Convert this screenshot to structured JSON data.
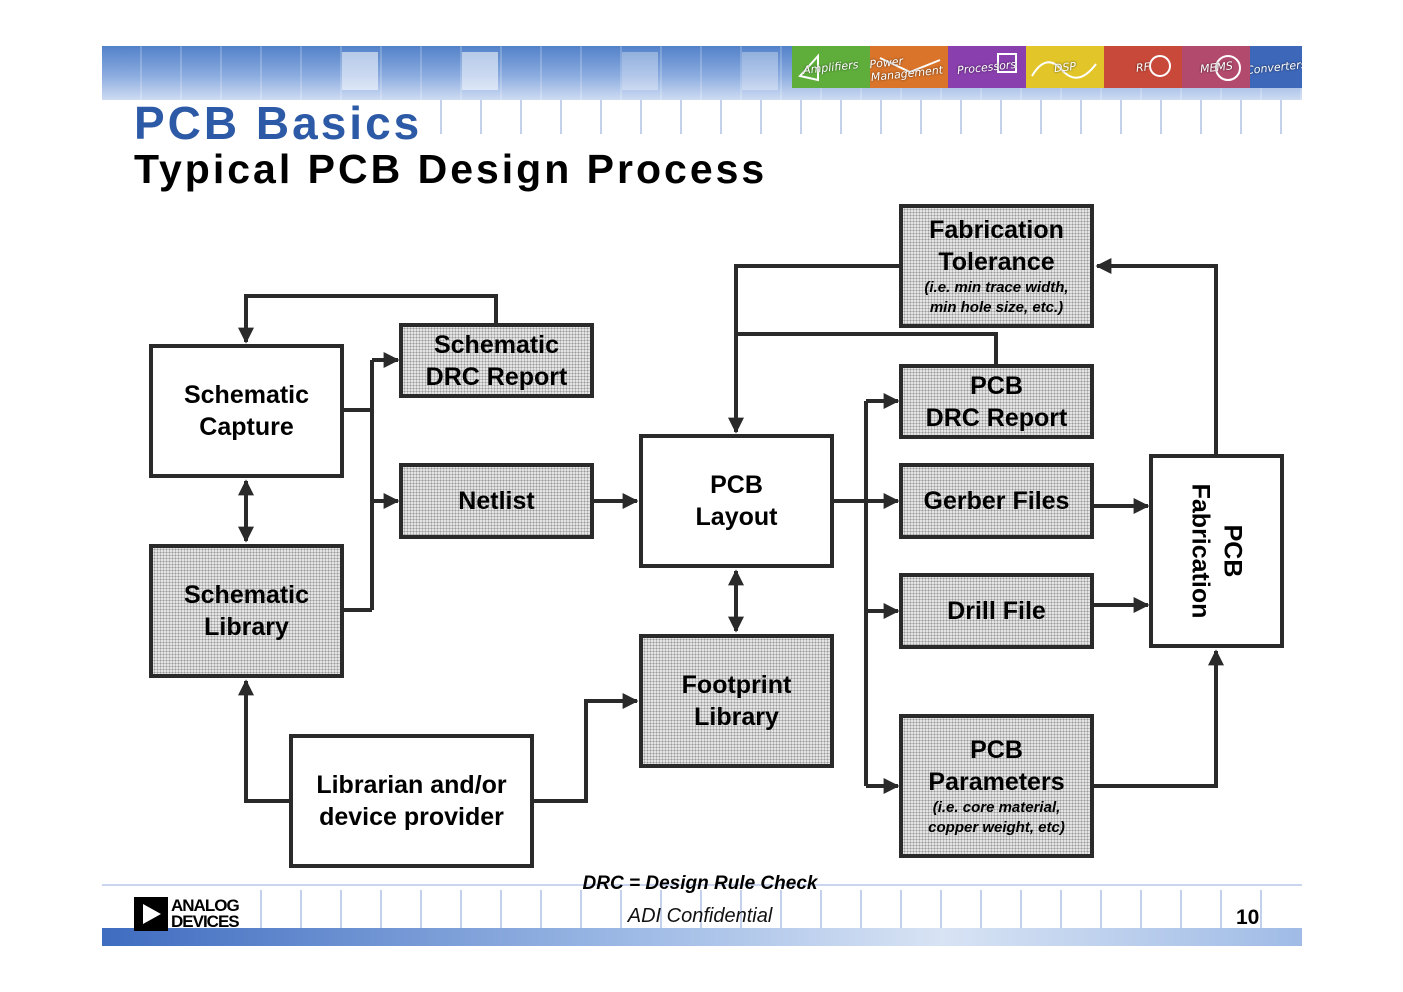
{
  "header": {
    "title": "PCB Basics",
    "subtitle": "Typical PCB Design Process",
    "banner_labels": [
      "Amplifiers",
      "Power Management",
      "Processors",
      "DSP",
      "RF",
      "MEMS",
      "Converters"
    ]
  },
  "boxes": {
    "schematic_capture": {
      "lines": [
        "Schematic",
        "Capture"
      ]
    },
    "schematic_library": {
      "lines": [
        "Schematic",
        "Library"
      ]
    },
    "schematic_drc": {
      "lines": [
        "Schematic",
        "DRC Report"
      ]
    },
    "netlist": {
      "lines": [
        "Netlist"
      ]
    },
    "librarian": {
      "lines": [
        "Librarian and/or",
        "device provider"
      ]
    },
    "pcb_layout": {
      "lines": [
        "PCB",
        "Layout"
      ]
    },
    "footprint_library": {
      "lines": [
        "Footprint",
        "Library"
      ]
    },
    "fabrication_tolerance": {
      "lines": [
        "Fabrication",
        "Tolerance"
      ],
      "notes": [
        "(i.e. min trace width,",
        "min hole size, etc.)"
      ]
    },
    "pcb_drc": {
      "lines": [
        "PCB",
        "DRC Report"
      ]
    },
    "gerber_files": {
      "lines": [
        "Gerber Files"
      ]
    },
    "drill_file": {
      "lines": [
        "Drill File"
      ]
    },
    "pcb_parameters": {
      "lines": [
        "PCB",
        "Parameters"
      ],
      "notes": [
        "(i.e. core material,",
        "copper weight, etc)"
      ]
    },
    "pcb_fabrication": {
      "lines": [
        "PCB",
        "Fabrication"
      ]
    }
  },
  "footer": {
    "footnote": "DRC = Design Rule Check",
    "confidential": "ADI Confidential",
    "page_number": "10",
    "logo_line1": "ANALOG",
    "logo_line2": "DEVICES"
  },
  "colors": {
    "title_blue": "#2d5aa6",
    "line": "#2a2a2a",
    "shaded_fill": "#e4e4e4"
  }
}
